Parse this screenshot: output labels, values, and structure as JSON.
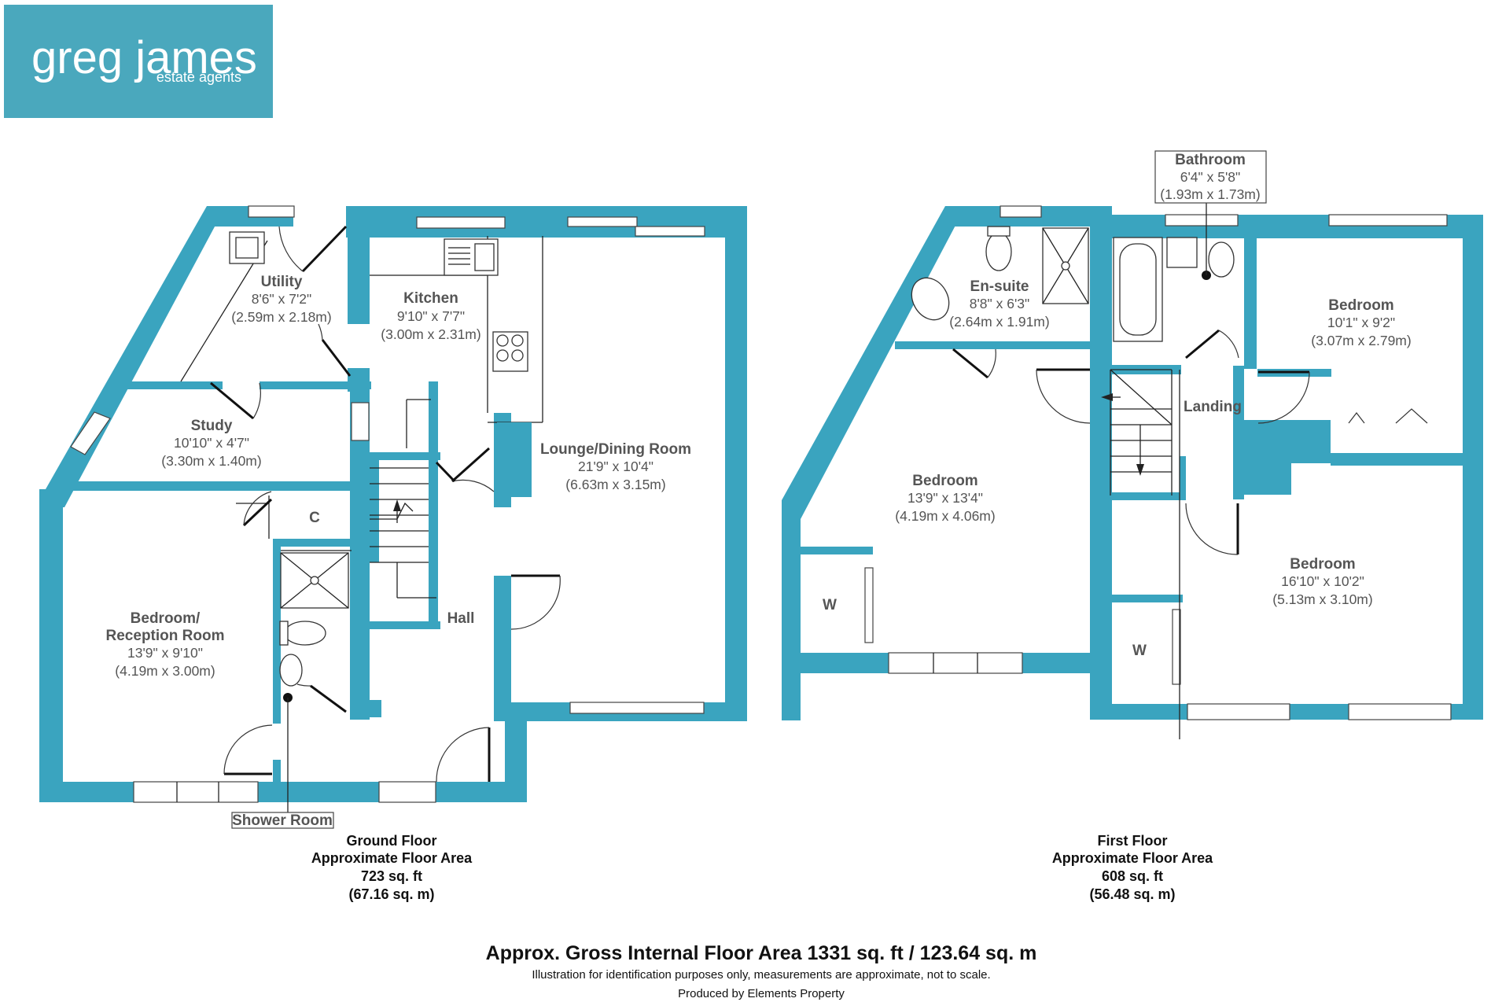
{
  "logo": {
    "name": "greg james",
    "tagline": "estate agents",
    "color": "#4aa8bd"
  },
  "colors": {
    "wall": "#3aa4bf"
  },
  "ground_floor": {
    "rooms": [
      {
        "name": "Utility",
        "dims_imperial": "8'6\" x 7'2\"",
        "dims_metric": "(2.59m x 2.18m)"
      },
      {
        "name": "Kitchen",
        "dims_imperial": "9'10\" x 7'7\"",
        "dims_metric": "(3.00m x 2.31m)"
      },
      {
        "name": "Study",
        "dims_imperial": "10'10\" x 4'7\"",
        "dims_metric": "(3.30m x 1.40m)"
      },
      {
        "name": "Lounge/Dining Room",
        "dims_imperial": "21'9\" x 10'4\"",
        "dims_metric": "(6.63m x 3.15m)"
      },
      {
        "name_line1": "Bedroom/",
        "name_line2": "Reception Room",
        "dims_imperial": "13'9\" x 9'10\"",
        "dims_metric": "(4.19m x 3.00m)"
      }
    ],
    "cupboard": "C",
    "hall": "Hall",
    "shower_room": "Shower Room",
    "label": "Ground Floor",
    "area_label": "Approximate Floor Area",
    "area_sqft": "723 sq. ft",
    "area_sqm": "(67.16 sq. m)"
  },
  "first_floor": {
    "rooms": [
      {
        "name": "Bathroom",
        "dims_imperial": "6'4\" x 5'8\"",
        "dims_metric": "(1.93m x 1.73m)"
      },
      {
        "name": "En-suite",
        "dims_imperial": "8'8\" x 6'3\"",
        "dims_metric": "(2.64m x 1.91m)"
      },
      {
        "name": "Bedroom",
        "dims_imperial": "10'1\" x 9'2\"",
        "dims_metric": "(3.07m x 2.79m)"
      },
      {
        "name": "Bedroom",
        "dims_imperial": "13'9\" x 13'4\"",
        "dims_metric": "(4.19m x 4.06m)"
      },
      {
        "name": "Bedroom",
        "dims_imperial": "16'10\" x 10'2\"",
        "dims_metric": "(5.13m x 3.10m)"
      }
    ],
    "landing": "Landing",
    "wardrobe": "W",
    "label": "First Floor",
    "area_label": "Approximate Floor Area",
    "area_sqft": "608 sq. ft",
    "area_sqm": "(56.48 sq. m)"
  },
  "footer": {
    "total": "Approx. Gross Internal Floor Area 1331 sq. ft / 123.64 sq. m",
    "disclaimer": "Illustration for identification purposes only, measurements are approximate, not to scale.",
    "producer": "Produced by Elements Property"
  }
}
